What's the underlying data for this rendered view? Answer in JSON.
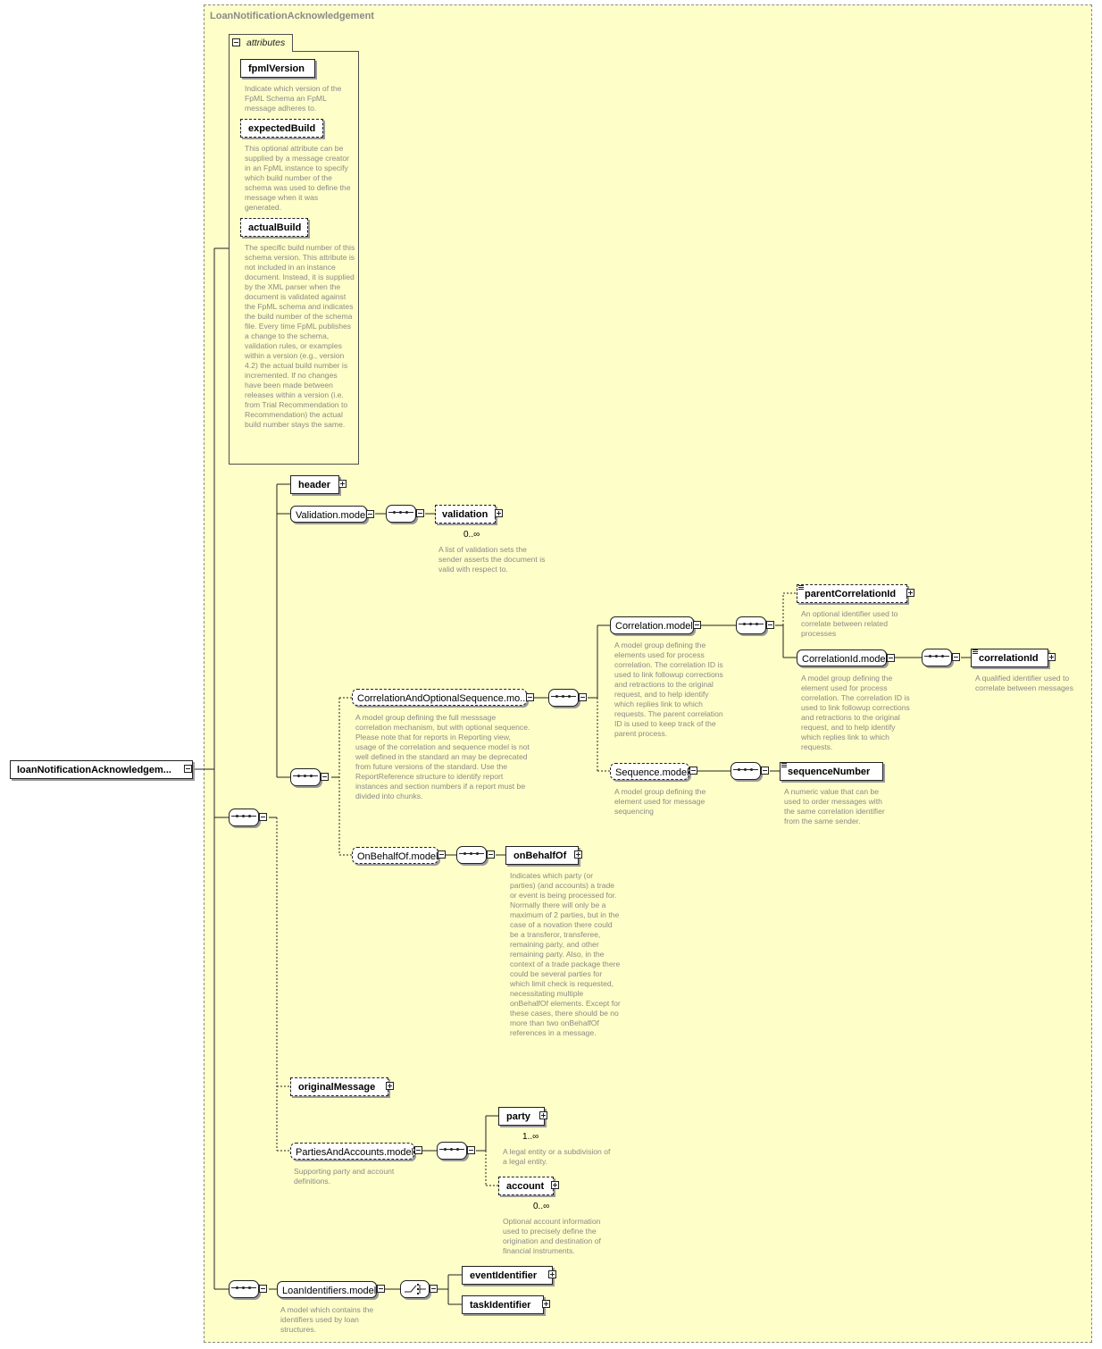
{
  "root": {
    "label": "loanNotificationAcknowledgem..."
  },
  "container": {
    "title": "LoanNotificationAcknowledgement"
  },
  "attributes": {
    "tab_label": "attributes",
    "items": [
      {
        "name": "fpmlVersion",
        "description": "Indicate which version of the FpML Schema an FpML message adheres to."
      },
      {
        "name": "expectedBuild",
        "description": "This optional attribute can be supplied by a message creator in an FpML instance to specify which build number of the schema was used to define the message when it was generated."
      },
      {
        "name": "actualBuild",
        "description": "The specific build number of this schema version. This attribute is not included in an instance document. Instead, it is supplied by the XML parser when the document is validated against the FpML schema and indicates the build number of the schema file. Every time FpML publishes a change to the schema, validation rules, or examples within a version (e.g., version 4.2) the actual build number is incremented. If no changes have been made between releases within a version (i.e. from Trial Recommendation to Recommendation) the actual build number stays the same."
      }
    ]
  },
  "nodes": {
    "header": {
      "label": "header"
    },
    "validation_model": {
      "label": "Validation.model"
    },
    "validation": {
      "label": "validation",
      "cardinality": "0..∞",
      "description": "A list of validation sets the sender asserts the document is valid with respect to."
    },
    "corr_opt_seq": {
      "label": "CorrelationAndOptionalSequence.mo...",
      "description": "A model group defining the full messsage correlation mechanism, but with optional sequence. Please note that for reports in Reporting view, usage of the correlation and sequence model is not well defined in the standard an may be deprecated from future versions of the standard. Use the ReportReference structure to identify report instances and section numbers if a report must be divided into chunks."
    },
    "correlation_model": {
      "label": "Correlation.model",
      "description": "A model group defining the elements used for process correlation. The correlation ID is used to link followup corrections and retractions to the original request, and to help identify which replies link to which requests. The parent correlation ID is used to keep track of the parent process."
    },
    "parent_correlation_id": {
      "label": "parentCorrelationId",
      "description": "An optional identifier used to correlate between related processes"
    },
    "correlation_id_model": {
      "label": "CorrelationId.model",
      "description": "A model group defining the element used for process correlation. The correlation ID is used to link followup corrections and retractions to the original request, and to help identify which replies link to which requests."
    },
    "correlation_id": {
      "label": "correlationId",
      "description": "A qualified identifier used to correlate between messages"
    },
    "sequence_model": {
      "label": "Sequence.model",
      "description": "A model group defining the element used for message sequencing"
    },
    "sequence_number": {
      "label": "sequenceNumber",
      "description": "A numeric value that can be used to order messages with the same correlation identifier from the same sender."
    },
    "on_behalf_of_model": {
      "label": "OnBehalfOf.model"
    },
    "on_behalf_of": {
      "label": "onBehalfOf",
      "description": "Indicates which party (or parties) (and accounts) a trade or event is being processed for. Normally there will only be a maximum of 2 parties, but in the case of a novation there could be a transferor, transferee, remaining party, and other remaining party. Also, in the context of a trade package there could be several parties for which limit check is requested, necessitating multiple onBehalfOf elements. Except for these cases, there should be no more than two onBehalfOf references in a message."
    },
    "original_message": {
      "label": "originalMessage"
    },
    "parties_accounts_model": {
      "label": "PartiesAndAccounts.model",
      "description": "Supporting party and account definitions."
    },
    "party": {
      "label": "party",
      "cardinality": "1..∞",
      "description": "A legal entity or a subdivision of a legal entity."
    },
    "account": {
      "label": "account",
      "cardinality": "0..∞",
      "description": "Optional account information used to precisely define the origination and destination of financial instruments."
    },
    "loan_identifiers_model": {
      "label": "LoanIdentifiers.model",
      "description": "A model which contains the identifiers used by loan structures."
    },
    "event_identifier": {
      "label": "eventIdentifier"
    },
    "task_identifier": {
      "label": "taskIdentifier"
    }
  }
}
